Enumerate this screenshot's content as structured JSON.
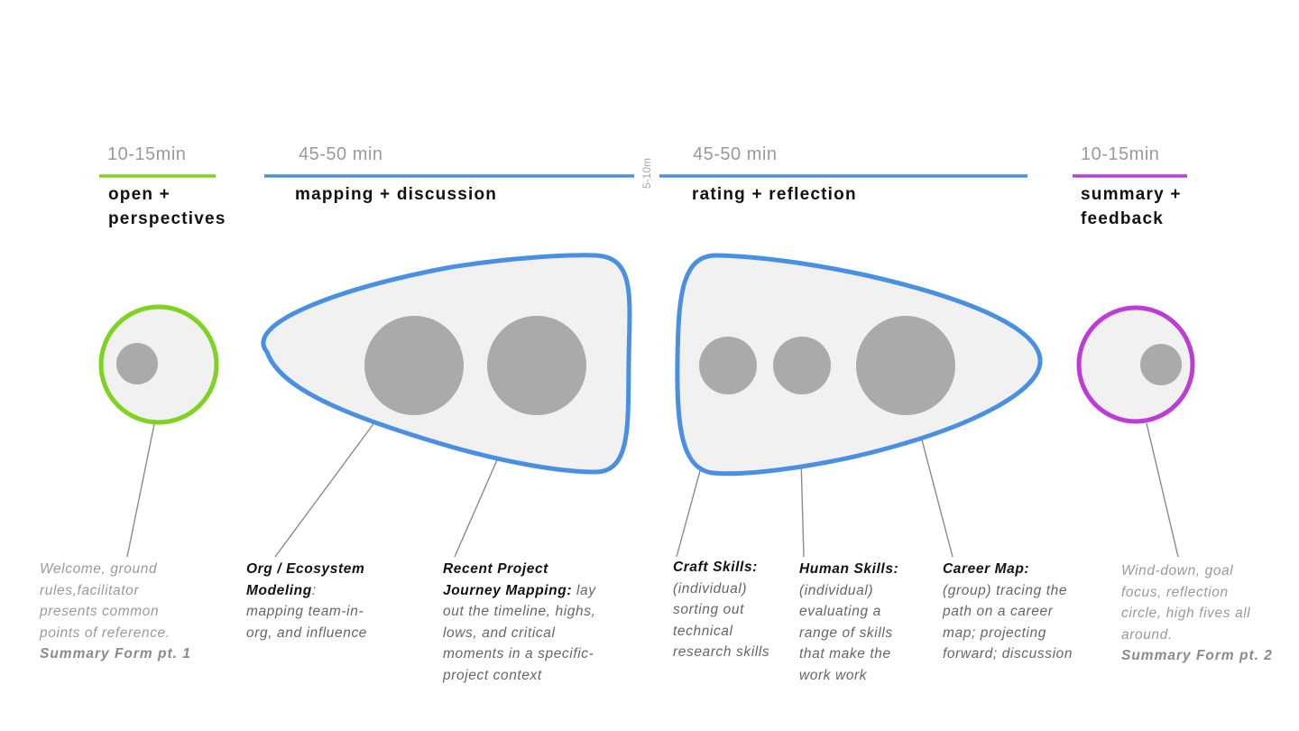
{
  "colors": {
    "green": "#7ed321",
    "blue": "#4a90e2",
    "purple": "#bd3cd8",
    "shape_fill": "#f1f1f1",
    "node_fill": "#aaaaaa",
    "connector": "#8a8a8a"
  },
  "break_label": "5-10m",
  "phases": [
    {
      "duration": "10-15min",
      "title_lines": [
        "open +",
        "perspectives"
      ]
    },
    {
      "duration": "45-50 min",
      "title_lines": [
        "mapping + discussion"
      ]
    },
    {
      "duration": "45-50 min",
      "title_lines": [
        "rating + reflection"
      ]
    },
    {
      "duration": "10-15min",
      "title_lines": [
        "summary +",
        "feedback"
      ]
    }
  ],
  "activities": {
    "welcome": {
      "lines": [
        "Welcome, ground",
        "rules,facilitator",
        "presents common",
        "points of reference."
      ],
      "form": "Summary Form pt. 1"
    },
    "org": {
      "title_lines": [
        "Org / Ecosystem",
        "Modeling"
      ],
      "title_suffix": ":",
      "lines": [
        "mapping team-in-",
        "org, and influence"
      ]
    },
    "journey": {
      "title_lines": [
        "Recent Project",
        "Journey Mapping:"
      ],
      "inline": " lay",
      "lines": [
        "out the timeline, highs,",
        "lows, and critical",
        "moments in a specific-",
        "project context"
      ]
    },
    "craft": {
      "title": "Craft Skills:",
      "lines": [
        "(individual)",
        "sorting out",
        "technical",
        "research skills"
      ]
    },
    "human": {
      "title": "Human Skills:",
      "lines": [
        "(individual)",
        "evaluating a",
        "range of skills",
        "that make the",
        "work work"
      ]
    },
    "career": {
      "title": "Career Map:",
      "lines": [
        "(group) tracing the",
        "path on a career",
        "map; projecting",
        "forward; discussion"
      ]
    },
    "winddown": {
      "lines": [
        "Wind-down, goal",
        "focus, reflection",
        "circle, high fives all",
        "around."
      ],
      "form": "Summary Form pt. 2"
    }
  }
}
